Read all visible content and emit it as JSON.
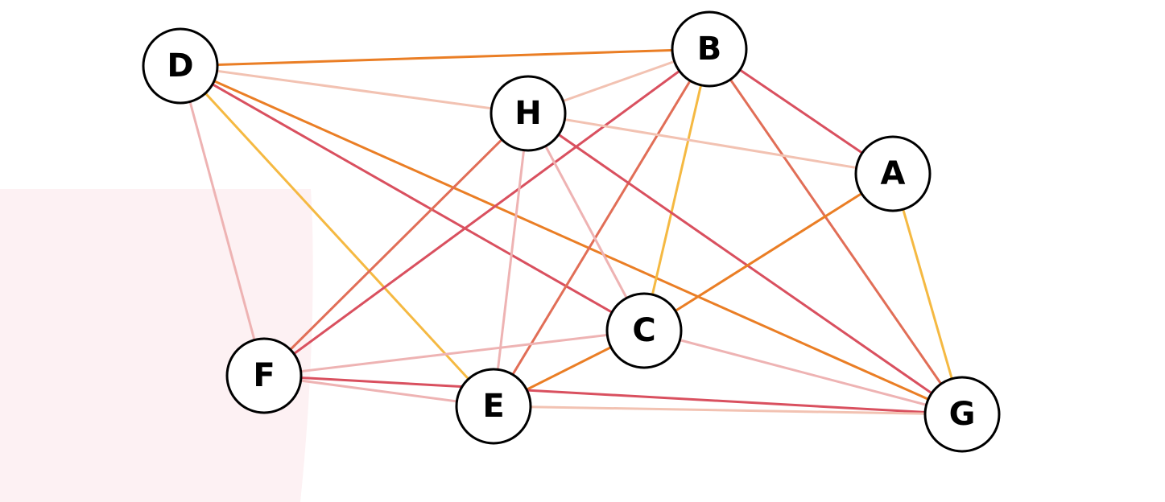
{
  "graph": {
    "nodes": [
      {
        "id": "D",
        "label": "D"
      },
      {
        "id": "B",
        "label": "B"
      },
      {
        "id": "H",
        "label": "H"
      },
      {
        "id": "A",
        "label": "A"
      },
      {
        "id": "C",
        "label": "C"
      },
      {
        "id": "F",
        "label": "F"
      },
      {
        "id": "E",
        "label": "E"
      },
      {
        "id": "G",
        "label": "G"
      }
    ],
    "edges": [
      {
        "from": "D",
        "to": "B",
        "color": "#ea7e25"
      },
      {
        "from": "D",
        "to": "H",
        "color": "#f2c2b2"
      },
      {
        "from": "D",
        "to": "C",
        "color": "#d9505f"
      },
      {
        "from": "D",
        "to": "G",
        "color": "#ea7e25"
      },
      {
        "from": "D",
        "to": "E",
        "color": "#f5b942"
      },
      {
        "from": "D",
        "to": "F",
        "color": "#eeb3b3"
      },
      {
        "from": "B",
        "to": "H",
        "color": "#f2c2b2"
      },
      {
        "from": "B",
        "to": "A",
        "color": "#d9505f"
      },
      {
        "from": "B",
        "to": "G",
        "color": "#e16e57"
      },
      {
        "from": "B",
        "to": "C",
        "color": "#f5b942"
      },
      {
        "from": "B",
        "to": "E",
        "color": "#e16e57"
      },
      {
        "from": "B",
        "to": "F",
        "color": "#d9505f"
      },
      {
        "from": "H",
        "to": "A",
        "color": "#f2c2b2"
      },
      {
        "from": "H",
        "to": "G",
        "color": "#d9505f"
      },
      {
        "from": "H",
        "to": "C",
        "color": "#eeb3b3"
      },
      {
        "from": "H",
        "to": "E",
        "color": "#eeb3b3"
      },
      {
        "from": "H",
        "to": "F",
        "color": "#e16e57"
      },
      {
        "from": "A",
        "to": "C",
        "color": "#ea7e25"
      },
      {
        "from": "A",
        "to": "G",
        "color": "#f5b942"
      },
      {
        "from": "C",
        "to": "F",
        "color": "#eeb3b3"
      },
      {
        "from": "C",
        "to": "E",
        "color": "#ea7e25"
      },
      {
        "from": "C",
        "to": "G",
        "color": "#eeb3b3"
      },
      {
        "from": "F",
        "to": "E",
        "color": "#eeb3b3"
      },
      {
        "from": "F",
        "to": "G",
        "color": "#d9505f"
      },
      {
        "from": "E",
        "to": "G",
        "color": "#f2c2b2"
      }
    ]
  }
}
